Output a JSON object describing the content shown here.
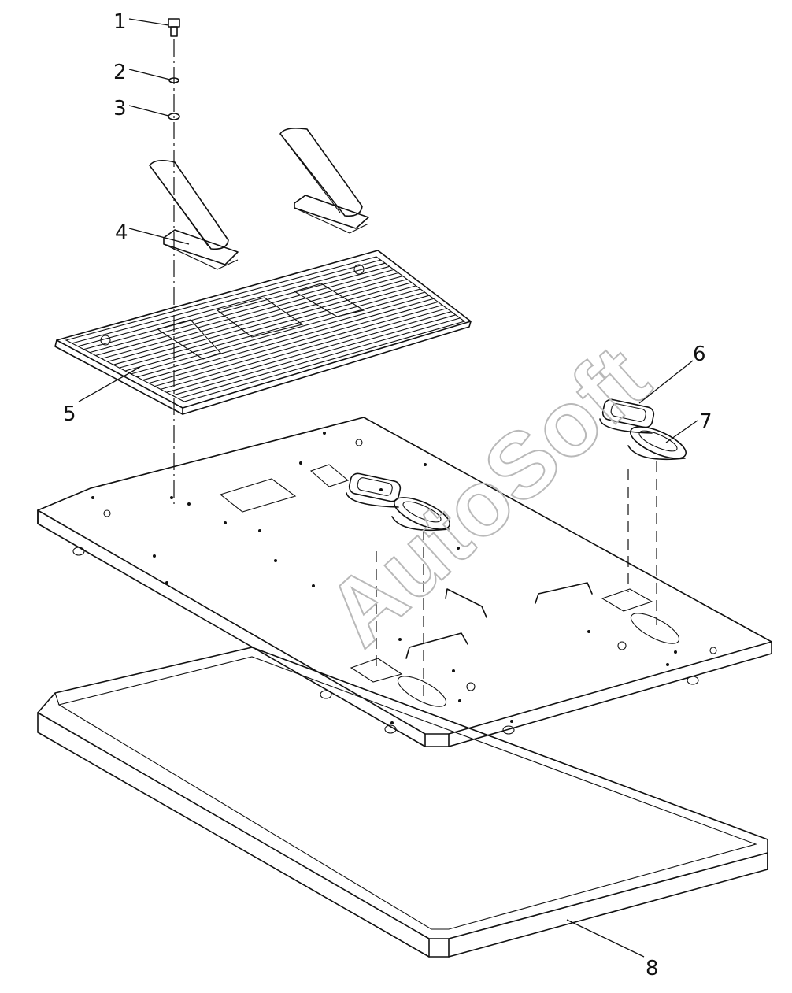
{
  "watermark": "AutoSoft",
  "callouts": [
    {
      "id": "1",
      "label": "1"
    },
    {
      "id": "2",
      "label": "2"
    },
    {
      "id": "3",
      "label": "3"
    },
    {
      "id": "4",
      "label": "4"
    },
    {
      "id": "5",
      "label": "5"
    },
    {
      "id": "6",
      "label": "6"
    },
    {
      "id": "7",
      "label": "7"
    },
    {
      "id": "8",
      "label": "8"
    }
  ],
  "colors": {
    "line": "#111111",
    "watermark": "#b9b9b9",
    "background": "#ffffff"
  }
}
